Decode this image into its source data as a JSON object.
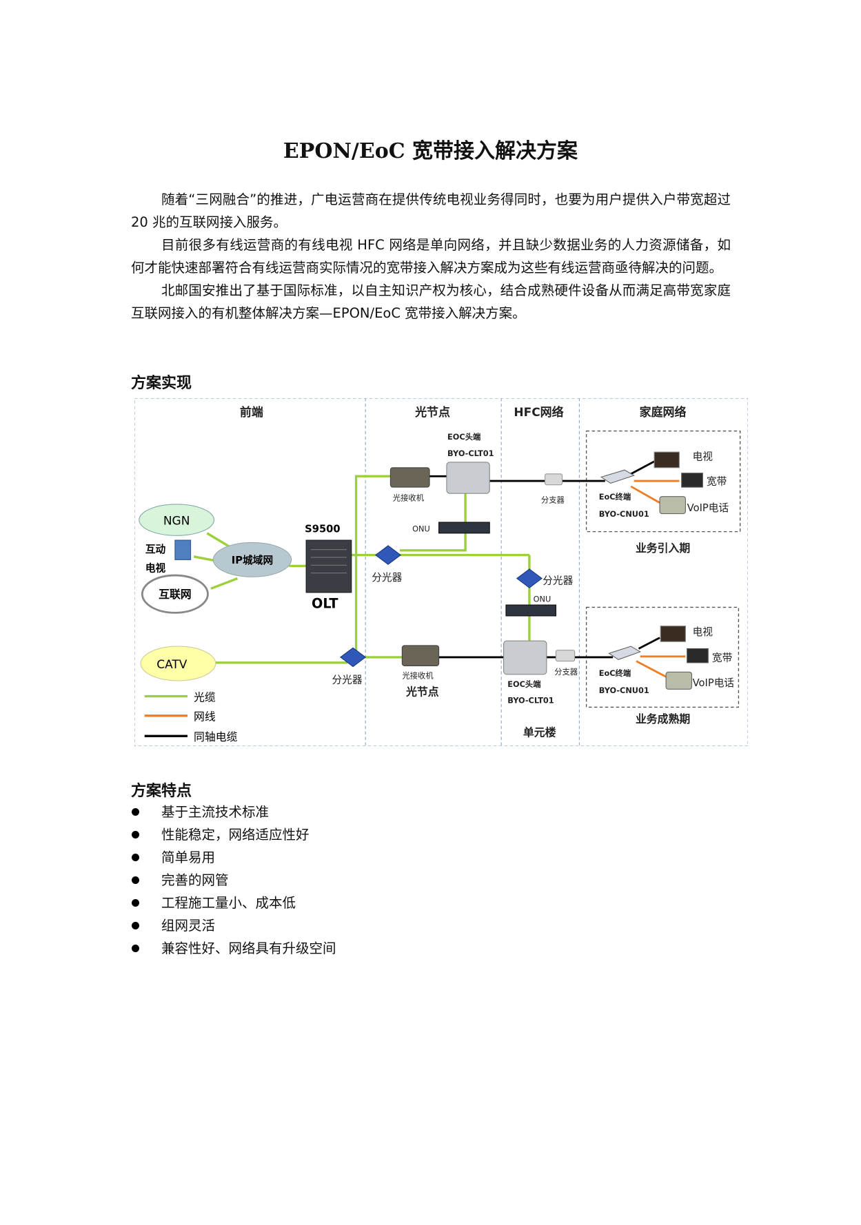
{
  "title": "EPON/EoC 宽带接入解决方案",
  "paragraphs": [
    "随着“三网融合”的推进，广电运营商在提供传统电视业务得同时，也要为用户提供入户带宽超过 20 兆的互联网接入服务。",
    "目前很多有线运营商的有线电视 HFC 网络是单向网络，并且缺少数据业务的人力资源储备，如何才能快速部署符合有线运营商实际情况的宽带接入解决方案成为这些有线运营商亟待解决的问题。",
    "北邮国安推出了基于国际标准，以自主知识产权为核心，结合成熟硬件设备从而满足高带宽家庭互联网接入的有机整体解决方案—EPON/EoC 宽带接入解决方案。"
  ],
  "section1": "方案实现",
  "diagram": {
    "columns": [
      "前端",
      "光节点",
      "HFC网络",
      "家庭网络"
    ],
    "ngn": "NGN",
    "iptv": [
      "互动",
      "电视"
    ],
    "internet": "互联网",
    "metro": "IP城域网",
    "catv": "CATV",
    "s9500": "S9500",
    "olt": "OLT",
    "eoc_head": "EOC头端",
    "clt": "BYO-CLT01",
    "receiver": "光接收机",
    "onu": "ONU",
    "optical_splitter": "分光器",
    "tap": "分支器",
    "optical_node": "光节点",
    "building": "单元楼",
    "eoc_terminal": "EoC终端",
    "cnu": "BYO-CNU01",
    "tv": "电视",
    "broadband": "宽带",
    "voip": "VoIP电话",
    "phase1": "业务引入期",
    "phase2": "业务成熟期",
    "legend": [
      "光缆",
      "网线",
      "同轴电缆"
    ],
    "colors": {
      "fiber": "#9bd03a",
      "ethernet": "#f07d22",
      "coax": "#000000"
    }
  },
  "section2": "方案特点",
  "features": [
    "基于主流技术标准",
    "性能稳定，网络适应性好",
    "简单易用",
    "完善的网管",
    "工程施工量小、成本低",
    "组网灵活",
    "兼容性好、网络具有升级空间"
  ]
}
